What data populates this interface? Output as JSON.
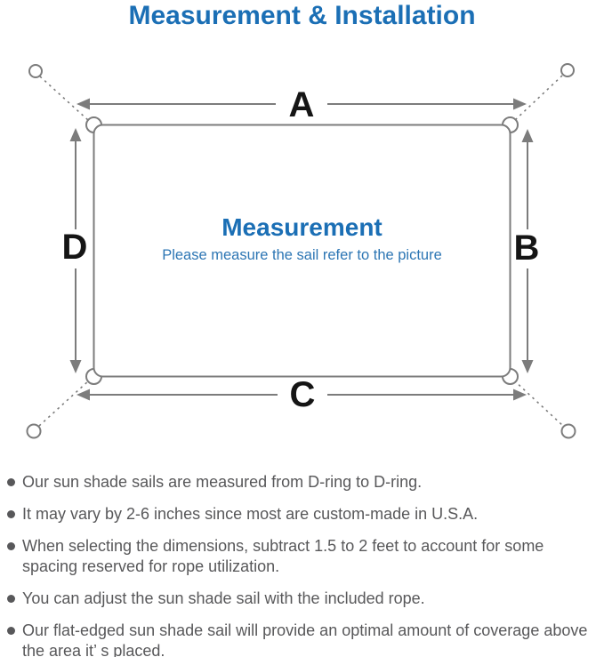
{
  "title": "Measurement & Installation",
  "colors": {
    "accent_blue": "#1b6fb5",
    "subtitle_blue": "#2d76b4",
    "diagram_gray": "#7c7c7c",
    "label_black": "#151515",
    "note_gray": "#58585a"
  },
  "diagram": {
    "side_labels": {
      "top": "A",
      "right": "B",
      "bottom": "C",
      "left": "D"
    },
    "center_title": "Measurement",
    "center_subtitle": "Please measure the sail refer to the picture"
  },
  "notes": [
    "Our sun shade sails are measured from D-ring to D-ring.",
    "It may vary by 2-6 inches since most are custom-made in U.S.A.",
    "When selecting the dimensions, subtract 1.5 to 2 feet to account for some spacing reserved for rope utilization.",
    "You can adjust the sun shade sail with the included rope.",
    "Our flat-edged sun shade sail will provide an optimal amount of coverage above the area it’ s placed."
  ]
}
